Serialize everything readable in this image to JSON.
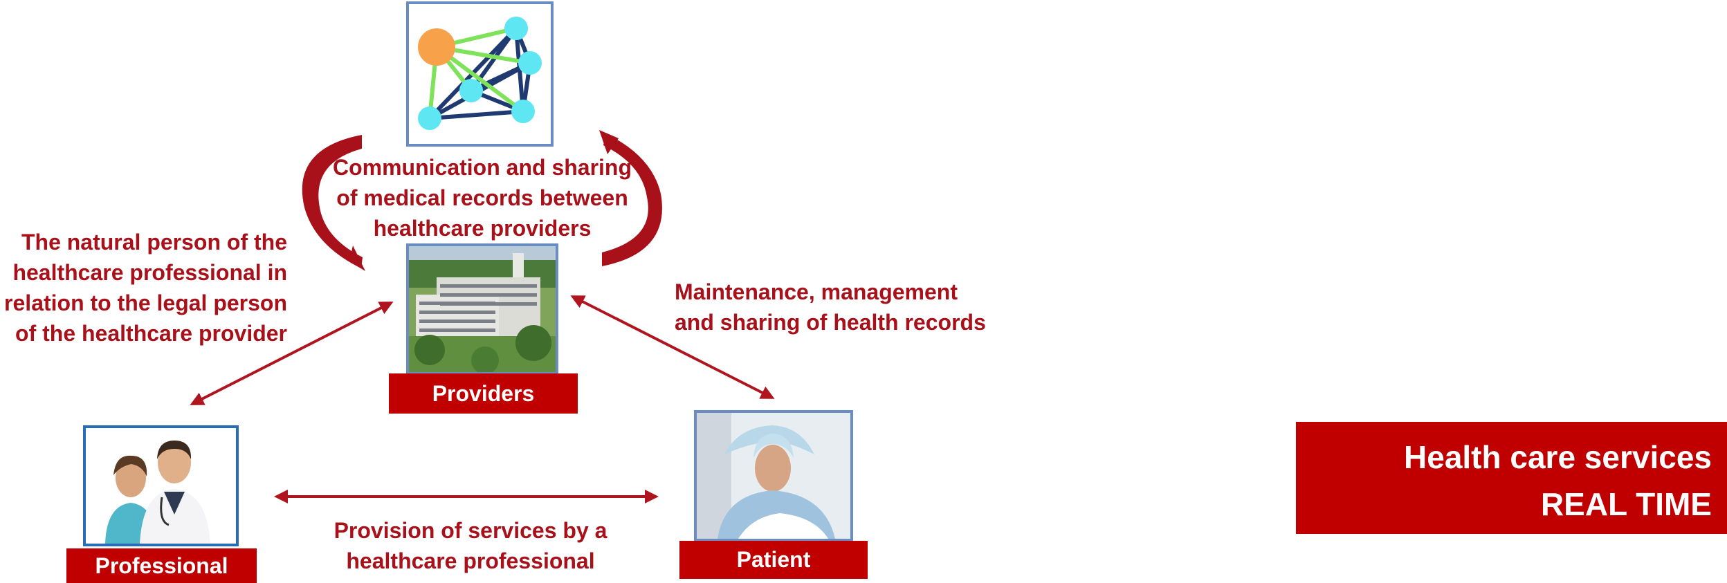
{
  "labels": {
    "sharing": [
      "Communication and sharing",
      "of medical records between",
      "healthcare providers"
    ],
    "natural_person": [
      "The natural person of the",
      "healthcare professional in",
      "relation to the legal person",
      "of the healthcare provider"
    ],
    "maintenance": [
      "Maintenance, management",
      "and sharing of health records"
    ],
    "provision": [
      "Provision of services by a",
      "healthcare professional"
    ]
  },
  "nodes": {
    "providers": "Providers",
    "professional": "Professional",
    "patient": "Patient"
  },
  "realtime_box": {
    "line1": "Health care services",
    "line2": "REAL TIME"
  },
  "colors": {
    "accent_red": "#c00000",
    "text_red": "#a8101a",
    "frame_blue": "#6b8cc0",
    "network_orange": "#f7a24a",
    "network_cyan": "#5ee6f2",
    "network_green": "#7ee35a",
    "network_navy": "#1f3a70"
  },
  "icons": [
    "network-icon",
    "hospital-building-image",
    "professionals-image",
    "patient-image"
  ]
}
